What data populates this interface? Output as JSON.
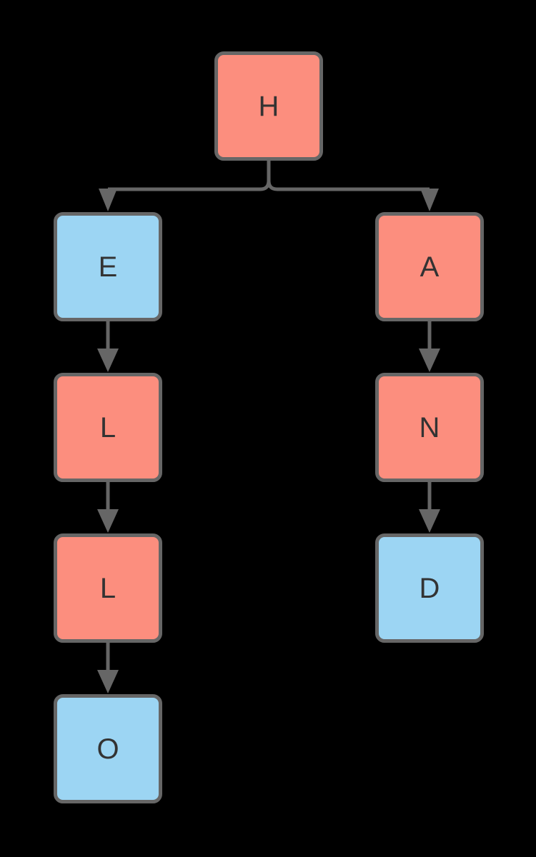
{
  "diagram": {
    "type": "tree",
    "background_color": "#000000",
    "edge_color": "#666666",
    "node_border_color": "#666666",
    "text_color": "#333333",
    "fill_colors": {
      "salmon": "#FC8E7E",
      "blue": "#9CD5F3"
    },
    "nodes": [
      {
        "id": "H",
        "label": "H",
        "fill": "salmon"
      },
      {
        "id": "E",
        "label": "E",
        "fill": "blue"
      },
      {
        "id": "A",
        "label": "A",
        "fill": "salmon"
      },
      {
        "id": "L1",
        "label": "L",
        "fill": "salmon"
      },
      {
        "id": "N",
        "label": "N",
        "fill": "salmon"
      },
      {
        "id": "L2",
        "label": "L",
        "fill": "salmon"
      },
      {
        "id": "D",
        "label": "D",
        "fill": "blue"
      },
      {
        "id": "O",
        "label": "O",
        "fill": "blue"
      }
    ],
    "edges": [
      {
        "from": "H",
        "to": "E"
      },
      {
        "from": "H",
        "to": "A"
      },
      {
        "from": "E",
        "to": "L1"
      },
      {
        "from": "L1",
        "to": "L2"
      },
      {
        "from": "L2",
        "to": "O"
      },
      {
        "from": "A",
        "to": "N"
      },
      {
        "from": "N",
        "to": "D"
      }
    ]
  }
}
